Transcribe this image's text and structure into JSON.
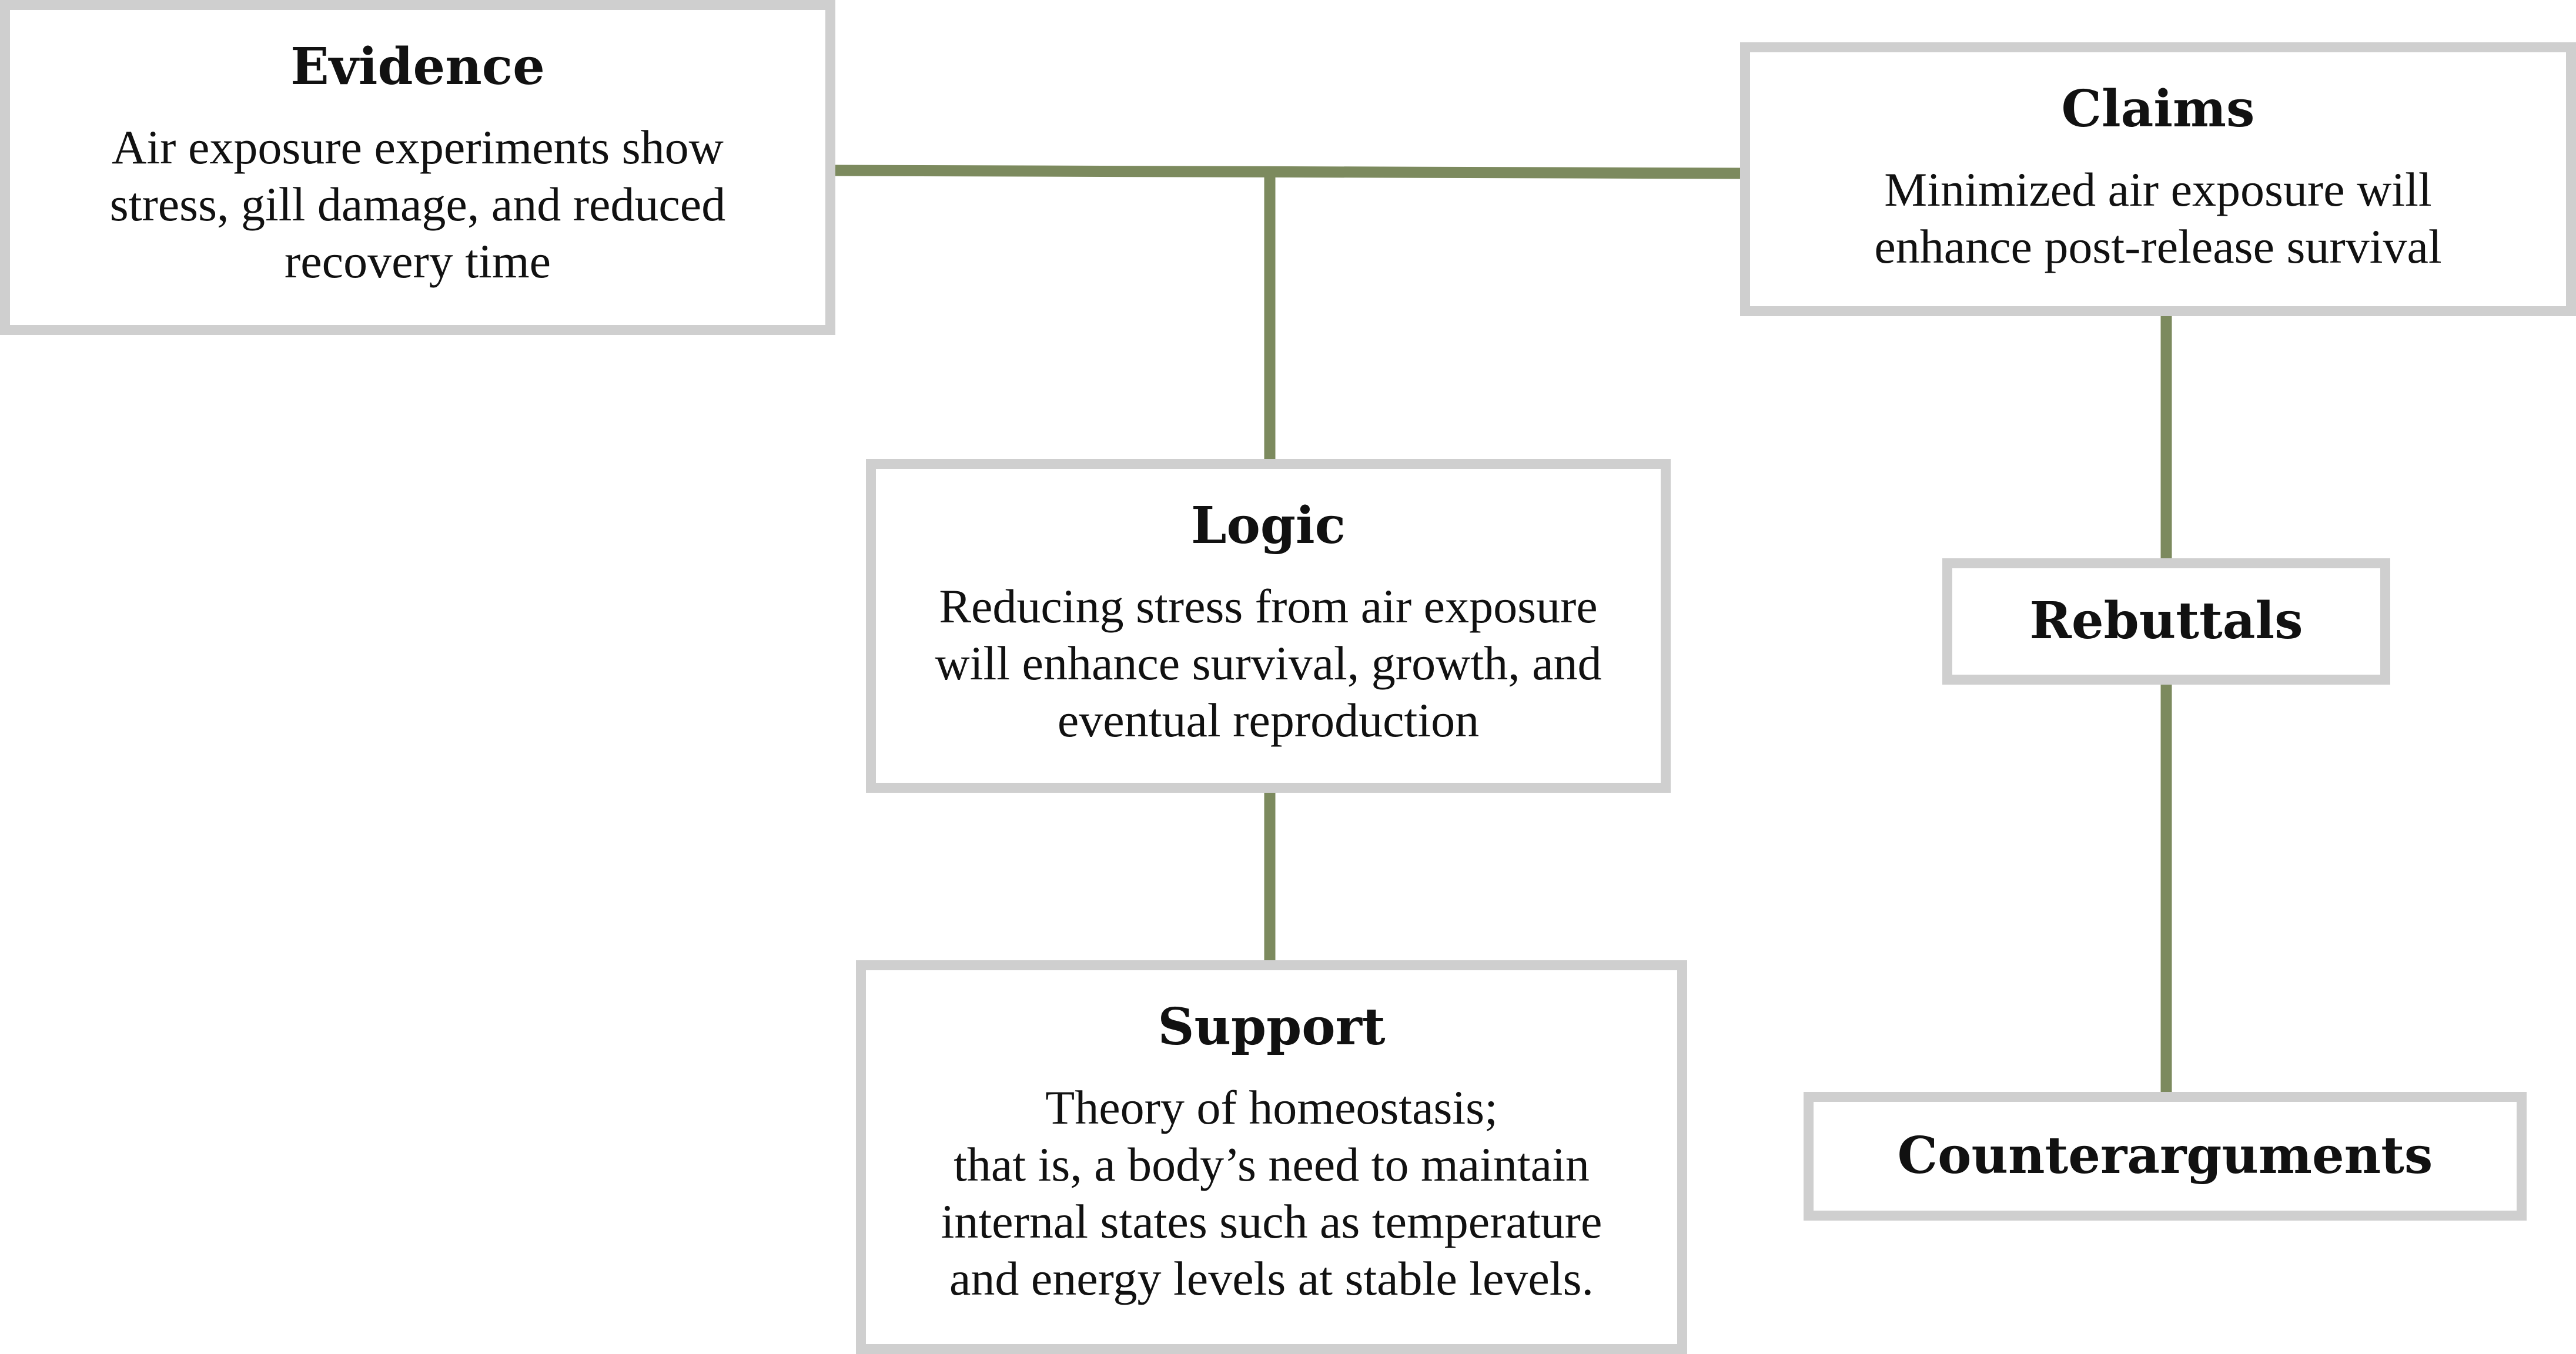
{
  "colors": {
    "connector": "#7c8a5e",
    "box_border": "#cfcfcf",
    "background": "#ffffff",
    "text": "#111111"
  },
  "nodes": {
    "evidence": {
      "title": "Evidence",
      "lines": [
        "Air exposure experiments show",
        "stress, gill damage, and reduced",
        "recovery time"
      ]
    },
    "claims": {
      "title": "Claims",
      "lines": [
        "Minimized air exposure will",
        "enhance post-release survival"
      ]
    },
    "logic": {
      "title": "Logic",
      "lines": [
        "Reducing stress from air exposure",
        "will enhance survival, growth, and",
        "eventual reproduction"
      ]
    },
    "support": {
      "title": "Support",
      "lines": [
        "Theory of homeostasis;",
        "that is, a body’s need to maintain",
        "internal states such as temperature",
        "and energy levels at stable levels."
      ]
    },
    "rebuttals": {
      "title": "Rebuttals"
    },
    "counterarguments": {
      "title": "Counterarguments"
    }
  }
}
